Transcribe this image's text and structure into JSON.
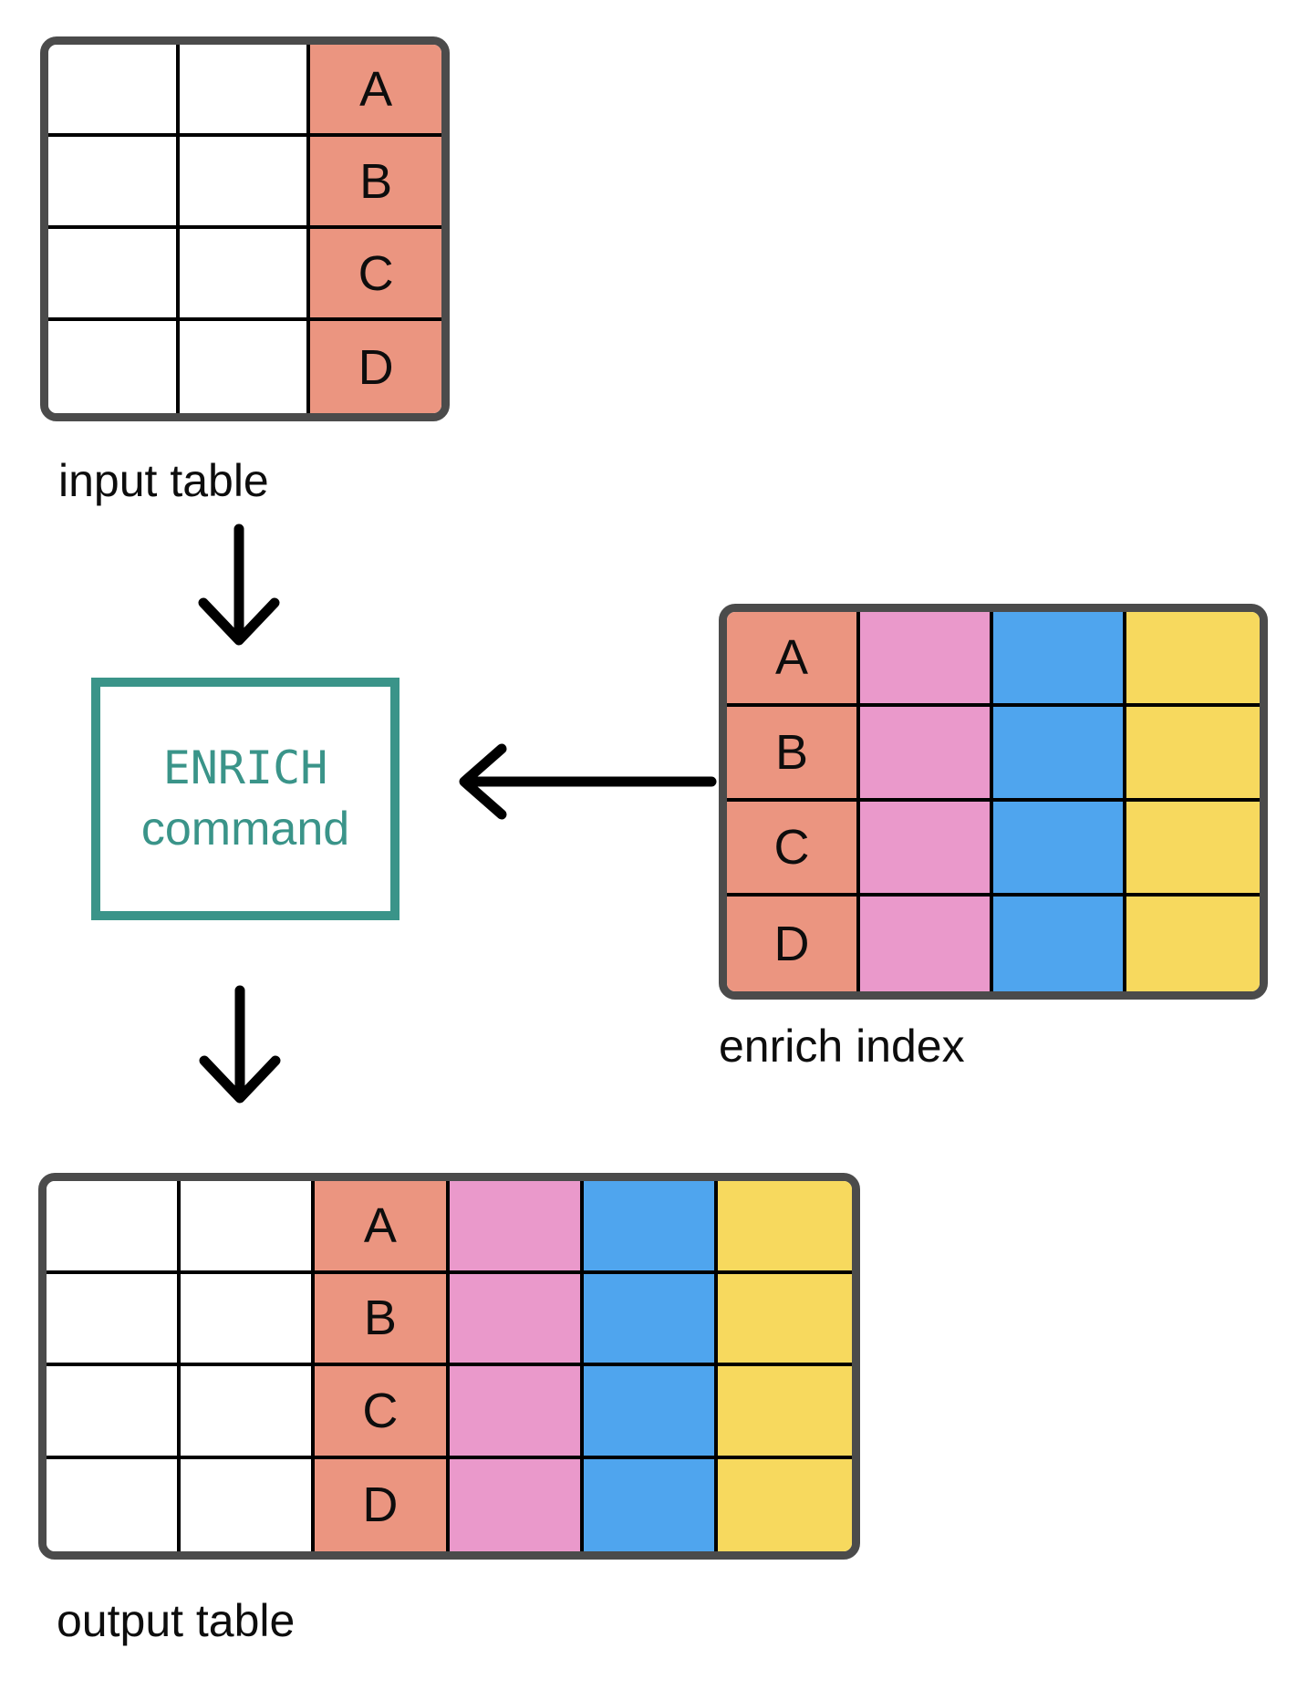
{
  "colors": {
    "salmon": "#EB9580",
    "pink": "#EA99CB",
    "blue": "#4FA5EE",
    "yellow": "#F7D95E",
    "teal": "#3A9489",
    "border_dark": "#4B4B4B",
    "grid_black": "#000000",
    "text_dark": "#0d0d0d",
    "arrow_black": "#000000"
  },
  "tables": {
    "input": {
      "label": "input table",
      "row_keys": [
        "A",
        "B",
        "C",
        "D"
      ],
      "columns": [
        {
          "name": "empty-column-1",
          "fill": "white",
          "key": false
        },
        {
          "name": "empty-column-2",
          "fill": "white",
          "key": false
        },
        {
          "name": "key-column",
          "fill": "salmon",
          "key": true
        }
      ]
    },
    "enrich": {
      "label": "enrich index",
      "row_keys": [
        "A",
        "B",
        "C",
        "D"
      ],
      "columns": [
        {
          "name": "key-column",
          "fill": "salmon",
          "key": true
        },
        {
          "name": "enrich-field-1",
          "fill": "pink",
          "key": false
        },
        {
          "name": "enrich-field-2",
          "fill": "blue",
          "key": false
        },
        {
          "name": "enrich-field-3",
          "fill": "yellow",
          "key": false
        }
      ]
    },
    "output": {
      "label": "output table",
      "row_keys": [
        "A",
        "B",
        "C",
        "D"
      ],
      "columns": [
        {
          "name": "empty-column-1",
          "fill": "white",
          "key": false
        },
        {
          "name": "empty-column-2",
          "fill": "white",
          "key": false
        },
        {
          "name": "key-column",
          "fill": "salmon",
          "key": true
        },
        {
          "name": "enriched-field-1",
          "fill": "pink",
          "key": false
        },
        {
          "name": "enriched-field-2",
          "fill": "blue",
          "key": false
        },
        {
          "name": "enriched-field-3",
          "fill": "yellow",
          "key": false
        }
      ]
    }
  },
  "enrich_box": {
    "line1": "ENRICH",
    "line2": "command"
  },
  "arrows": [
    {
      "name": "arrow-input-to-enrich",
      "direction": "down"
    },
    {
      "name": "arrow-index-to-enrich",
      "direction": "left"
    },
    {
      "name": "arrow-enrich-to-output",
      "direction": "down"
    }
  ]
}
